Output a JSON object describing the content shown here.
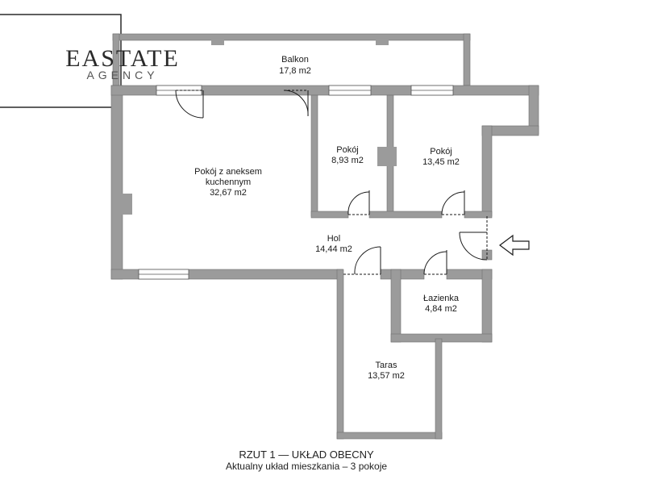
{
  "logo": {
    "name": "EASTATE",
    "tagline": "AGENCY"
  },
  "rooms": {
    "balkon": {
      "name": "Balkon",
      "area": "17,8 m2"
    },
    "living": {
      "line1": "Pokój z aneksem",
      "line2": "kuchennym",
      "area": "32,67 m2"
    },
    "room_small": {
      "name": "Pokój",
      "area": "8,93 m2"
    },
    "room_large": {
      "name": "Pokój",
      "area": "13,45 m2"
    },
    "hol": {
      "name": "Hol",
      "area": "14,44 m2"
    },
    "bathroom": {
      "name": "Łazienka",
      "area": "4,84 m2"
    },
    "taras": {
      "name": "Taras",
      "area": "13,57 m2"
    }
  },
  "caption": {
    "title": "RZUT 1 — UKŁAD OBECNY",
    "subtitle": "Aktualny układ mieszkania – 3 pokoje"
  },
  "colors": {
    "wall": "#9b9b9b",
    "wall_outline": "#6f6f6f",
    "floor": "#ffffff"
  }
}
